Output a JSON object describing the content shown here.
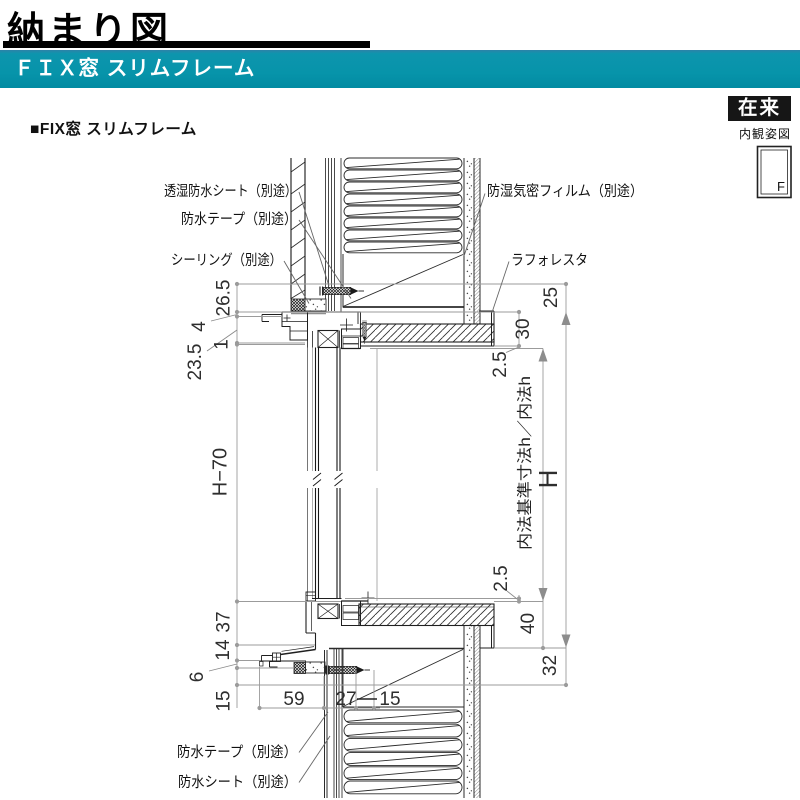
{
  "header": {
    "page_title": "納まり図",
    "section_title": "ＦＩＸ窓 スリムフレーム",
    "drawing_caption": "■FIX窓 スリムフレーム",
    "method_badge": "在来",
    "view_caption": "内観姿図",
    "window_symbol": "F",
    "accent_color": "#0895a4"
  },
  "callouts": {
    "breathable_waterproof_sheet": "透湿防水シート（別途）",
    "waterproof_tape_top": "防水テープ（別途）",
    "sealing": "シーリング（別途）",
    "vapor_barrier_film": "防湿気密フィルム（別途）",
    "laforesta": "ラフォレスタ",
    "waterproof_tape_bottom": "防水テープ（別途）",
    "waterproof_sheet_bottom": "防水シート（別途）"
  },
  "dimensions": {
    "left": [
      "26.5",
      "4",
      "1",
      "23.5",
      "H−70",
      "37",
      "14",
      "6",
      "15"
    ],
    "bottom": [
      "59",
      "27",
      "15"
    ],
    "right_inner": [
      "30",
      "2.5",
      "2.5",
      "40"
    ],
    "right_outer": [
      "25",
      "H",
      "32"
    ],
    "opening_height_label": "内法基準寸法h／内法h"
  }
}
